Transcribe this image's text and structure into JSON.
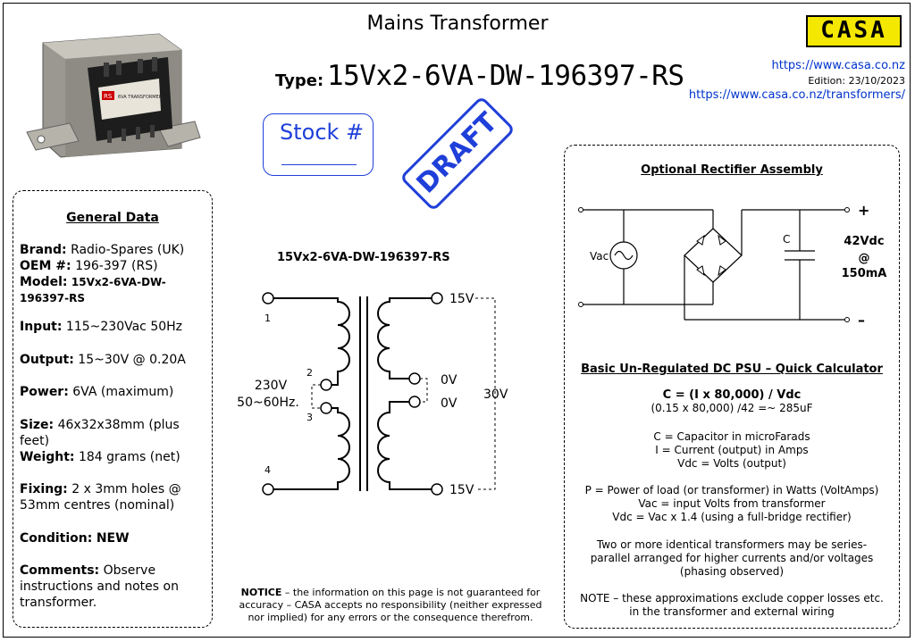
{
  "header": {
    "title": "Mains Transformer",
    "type_label": "Type:",
    "type_value": "15Vx2-6VA-DW-196397-RS",
    "logo_text": "CASA",
    "website": "https://www.casa.co.nz",
    "edition": "Edition: 23/10/2023",
    "transformers_link": "https://www.casa.co.nz/transformers/"
  },
  "stock": {
    "label": "Stock #"
  },
  "draft": {
    "text": "DRAFT"
  },
  "general": {
    "heading": "General Data",
    "brand_label": "Brand:",
    "brand_value": "Radio-Spares (UK)",
    "oem_label": "OEM #:",
    "oem_value": "196-397 (RS)",
    "model_label": "Model:",
    "model_value1": "15Vx2-6VA-DW-",
    "model_value2": "196397-RS",
    "input_label": "Input:",
    "input_value": "115~230Vac 50Hz",
    "output_label": "Output:",
    "output_value": "15~30V @ 0.20A",
    "power_label": "Power:",
    "power_value": "6VA (maximum)",
    "size_label": "Size:",
    "size_value1": "46x32x38mm (plus",
    "size_value2": "feet)",
    "weight_label": "Weight:",
    "weight_value": "184 grams (net)",
    "fixing_label": "Fixing:",
    "fixing_value1": "2 x 3mm holes @",
    "fixing_value2": "53mm centres (nominal)",
    "condition_label": "Condition:",
    "condition_value": "NEW",
    "comments_label": "Comments:",
    "comments_value1": "Observe",
    "comments_value2": "instructions and notes on",
    "comments_value3": "transformer."
  },
  "schematic": {
    "title": "15Vx2-6VA-DW-196397-RS",
    "pin1": "1",
    "pin2": "2",
    "pin3": "3",
    "pin4": "4",
    "primary_v": "230V",
    "primary_f": "50~60Hz.",
    "sec_top": "15V",
    "sec_0v_a": "0V",
    "sec_0v_b": "0V",
    "sec_bottom": "15V",
    "sec_total": "30V"
  },
  "notice": {
    "label": "NOTICE",
    "line1": " – the information on this page is not guaranteed for",
    "line2": "accuracy – CASA accepts no responsibility (neither expressed",
    "line3": "nor implied) for any errors or the consequence therefrom."
  },
  "rectifier": {
    "heading": "Optional Rectifier Assembly",
    "vac": "Vac",
    "cap": "C",
    "plus": "+",
    "minus": "–",
    "out_v": "42Vdc",
    "out_at": "@",
    "out_i": "150mA"
  },
  "calculator": {
    "heading": "Basic Un-Regulated DC PSU – Quick Calculator",
    "formula": "C = (I x 80,000) / Vdc",
    "example": "(0.15 x 80,000) /42 =~ 285uF",
    "def1": "C = Capacitor in microFarads",
    "def2": "I = Current (output) in Amps",
    "def3": "Vdc = Volts (output)",
    "p1": "P = Power of load (or transformer) in Watts (VoltAmps)",
    "p2": "Vac = input Volts from transformer",
    "p3": "Vdc = Vac x 1.4 (using a full-bridge rectifier)",
    "s1": "Two or more identical transformers may be series-",
    "s2": "parallel arranged for higher currents and/or voltages",
    "s3": "(phasing observed)",
    "n1": "NOTE – these approximations exclude copper losses etc.",
    "n2": "in the transformer and external wiring"
  },
  "photo": {
    "label_text1": "RS",
    "label_text2": "6VA TRANSFORMER"
  }
}
